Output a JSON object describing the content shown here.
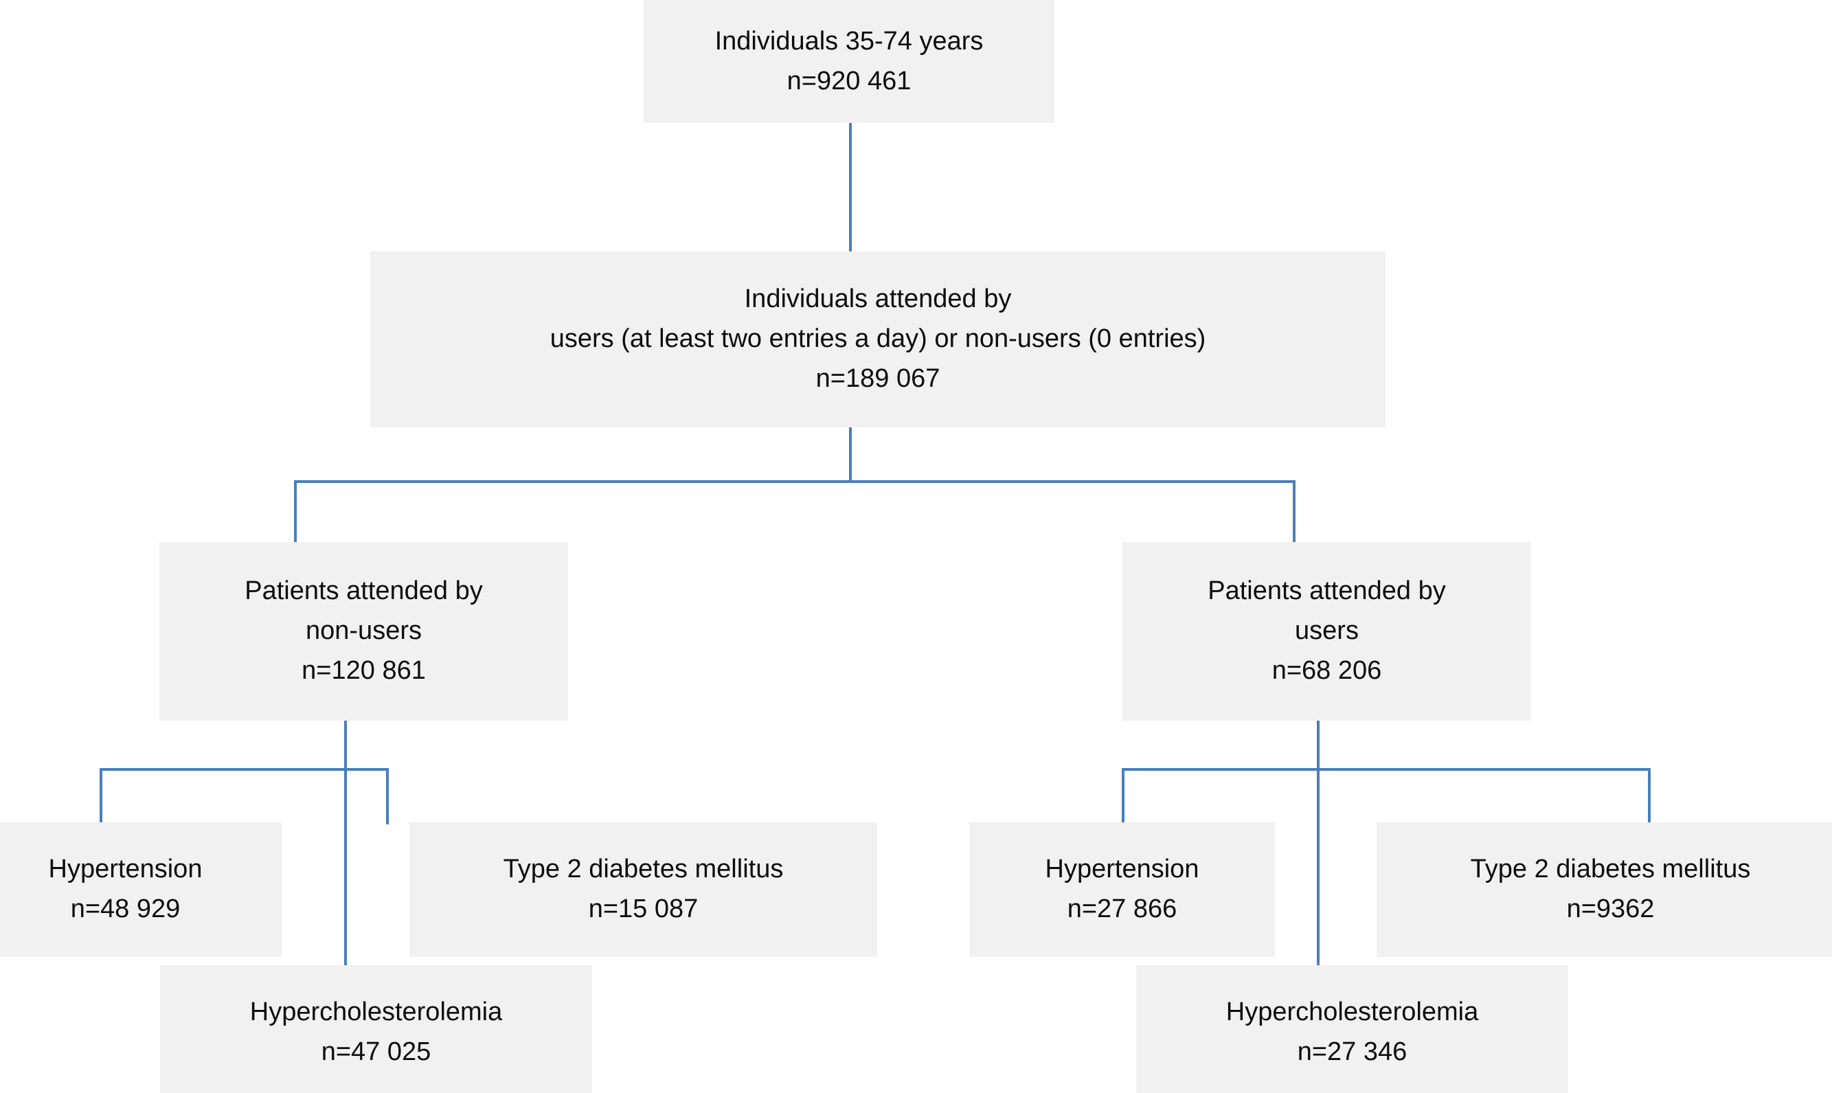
{
  "diagram": {
    "type": "flowchart",
    "title": "Study population selection flow diagram",
    "accent_color": "#4a7ebb",
    "node_fill": "#f1f1f1",
    "text_color": "#0d0d0d",
    "nodes": {
      "root": {
        "line1": "Individuals 35-74 years",
        "line2": "n=920 461",
        "count": 920461
      },
      "attended": {
        "line1": "Individuals  attended by",
        "line2": "users (at least two entries a day) or non-users (0 entries)",
        "line3": "n=189 067",
        "count": 189067
      },
      "nonusers": {
        "line1": "Patients attended by",
        "line2": "non-users",
        "line3": "n=120 861",
        "count": 120861
      },
      "users": {
        "line1": "Patients attended by",
        "line2": "users",
        "line3": "n=68 206",
        "count": 68206
      },
      "nonusers_htn": {
        "line1": "Hypertension",
        "line2": "n=48 929",
        "count": 48929
      },
      "nonusers_dm2": {
        "line1": "Type 2 diabetes mellitus",
        "line2": "n=15 087",
        "count": 15087
      },
      "nonusers_chol": {
        "line1": "Hypercholesterolemia",
        "line2": "n=47 025",
        "count": 47025
      },
      "users_htn": {
        "line1": "Hypertension",
        "line2": "n=27 866",
        "count": 27866
      },
      "users_dm2": {
        "line1": "Type 2 diabetes mellitus",
        "line2": "n=9362",
        "count": 9362
      },
      "users_chol": {
        "line1": "Hypercholesterolemia",
        "line2": "n=27 346",
        "count": 27346
      }
    }
  }
}
